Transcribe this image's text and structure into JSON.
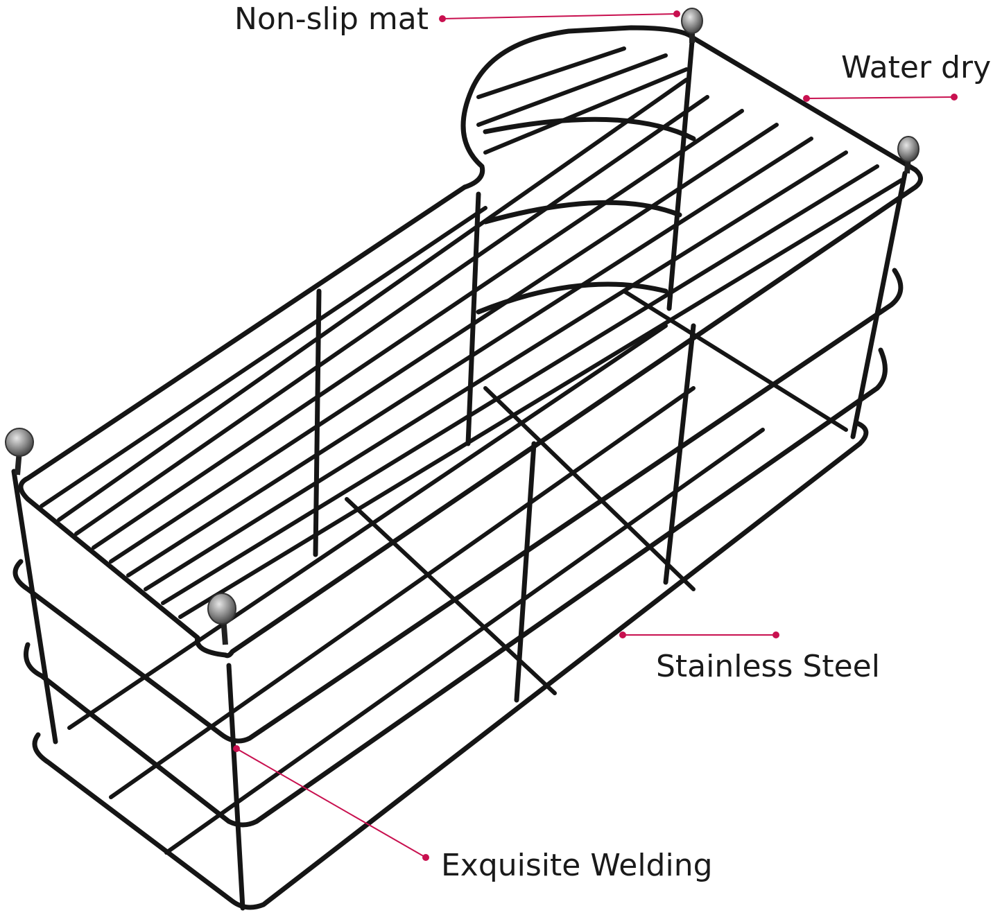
{
  "product": {
    "description_icon": "wire-basket-rack-icon",
    "frame_color": "#151515",
    "foot_color": "#8a8a8a"
  },
  "callouts": {
    "accent_color": "#c8104f",
    "non_slip_mat": "Non-slip mat",
    "water_dry": "Water dry",
    "stainless_steel": "Stainless Steel",
    "exquisite_welding": "Exquisite Welding"
  }
}
